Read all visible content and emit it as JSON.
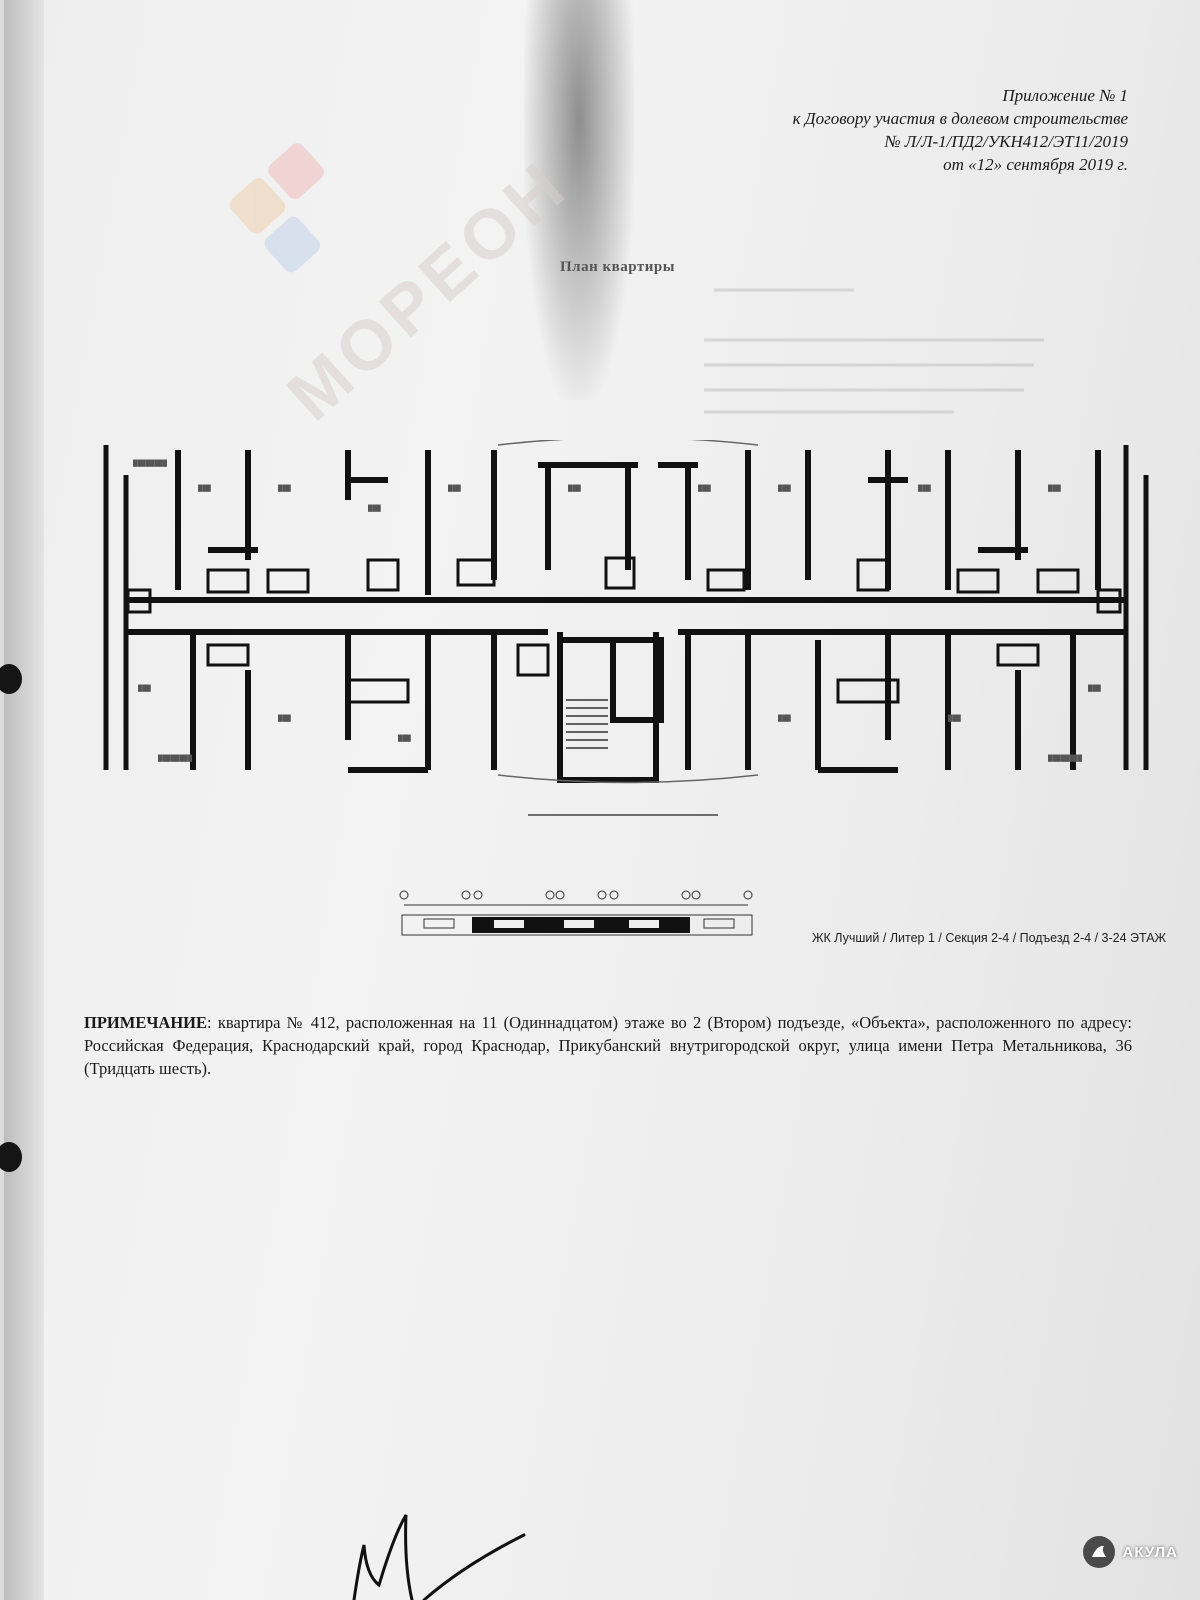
{
  "header": {
    "line1": "Приложение № 1",
    "line2": "к Договору участия в долевом строительстве",
    "line3": "№ Л/Л-1/ПД2/УКН412/ЭТ11/2019",
    "line4": "от «12» сентября 2019 г."
  },
  "plan_title": "План квартиры",
  "watermark": {
    "text": "МОРЕОН"
  },
  "plan_caption": "ЖК Лучший / Литер 1 / Секция 2-4 / Подъезд 2-4 / 3-24 ЭТАЖ",
  "note": {
    "label": "ПРИМЕЧАНИЕ",
    "text": ": квартира № 412, расположенная на 11 (Одиннадцатом) этаже во 2 (Втором) подъезде, «Объекта», расположенного по адресу: Российская Федерация, Краснодарский край, город Краснодар,  Прикубанский внутригородской округ, улица имени Петра Метальникова, 36 (Тридцать шесть)."
  },
  "brand": {
    "label": "АКУЛА",
    "icon": "shark-icon"
  },
  "colors": {
    "paper": "#f0f0f0",
    "ink": "#1a1a1a",
    "wall": "#111111",
    "watermark_text": "#d9cfcf"
  }
}
